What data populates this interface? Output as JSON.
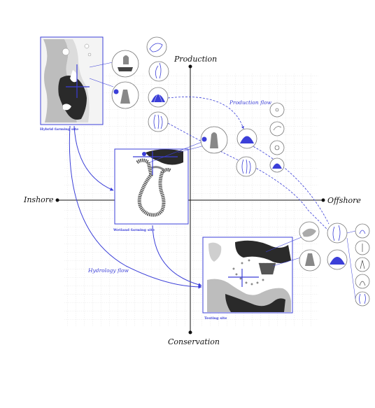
{
  "axes": {
    "top": "Production",
    "bottom": "Conservation",
    "left": "Inshore",
    "right": "Offshore"
  },
  "flows": {
    "production": "Production flow",
    "hydrology": "Hydrology flow"
  },
  "sites": {
    "hybrid": "Hybrid farming site",
    "wetland": "Wetland farming site",
    "testing": "Testing site"
  },
  "colors": {
    "accent": "#3b3fd8",
    "grid": "#c9c9c9",
    "axis": "#111111",
    "map_light": "#bdbdbd",
    "map_dark": "#2a2a2a"
  },
  "icons": {
    "hybrid_group": [
      "fisherman-icon",
      "vessel-icon",
      "fish-icon",
      "kelp-icon",
      "scallop-icon",
      "seaweed-icon"
    ],
    "center_group": [
      "fisherman-icon",
      "scallop-icon",
      "ring-icon",
      "fish-icon",
      "shell-icon",
      "seaweed-icon",
      "scallop-icon"
    ],
    "testing_group": [
      "fish-icon",
      "kelp-icon",
      "scallop-icon",
      "bird-icon",
      "kelp-icon",
      "anchor-icon",
      "bird-icon",
      "seaweed-icon"
    ]
  }
}
